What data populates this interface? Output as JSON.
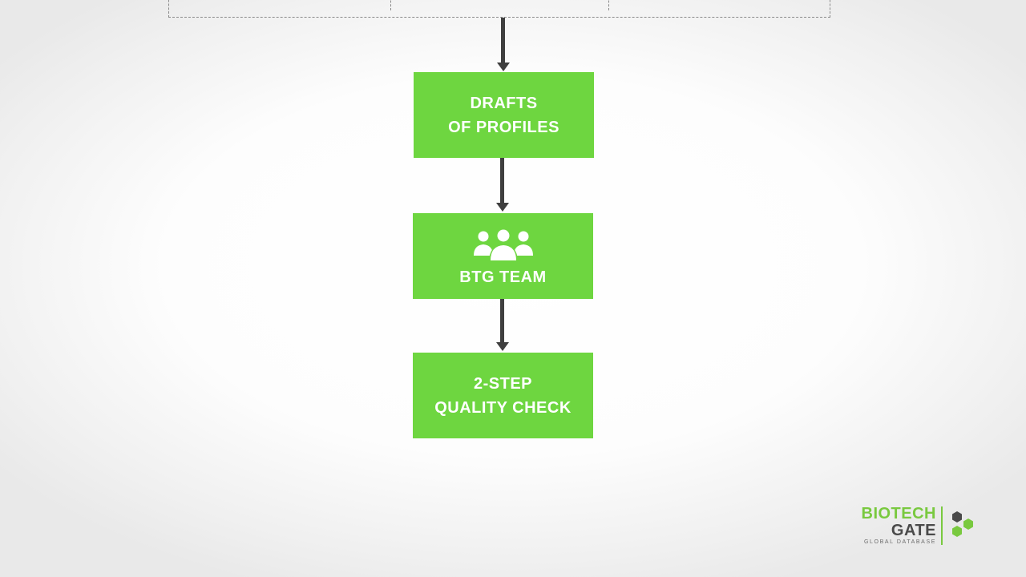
{
  "diagram": {
    "steps": [
      {
        "id": "drafts",
        "lines": [
          "DRAFTS",
          "OF PROFILES"
        ]
      },
      {
        "id": "team",
        "icon": "team-icon",
        "lines": [
          "BTG TEAM"
        ]
      },
      {
        "id": "quality",
        "lines": [
          "2-STEP",
          "QUALITY CHECK"
        ]
      }
    ],
    "colors": {
      "box": "#6ed640",
      "arrow": "#3f3f3f",
      "text": "#ffffff",
      "dashed_border": "#8a8a8a"
    }
  },
  "logo": {
    "line1": "BIOTECH",
    "line2": "GATE",
    "line3": "GLOBAL DATABASE",
    "icon": "hexagon-cluster-icon",
    "colors": {
      "green": "#79c93f",
      "dark": "#4a4a4a"
    }
  }
}
